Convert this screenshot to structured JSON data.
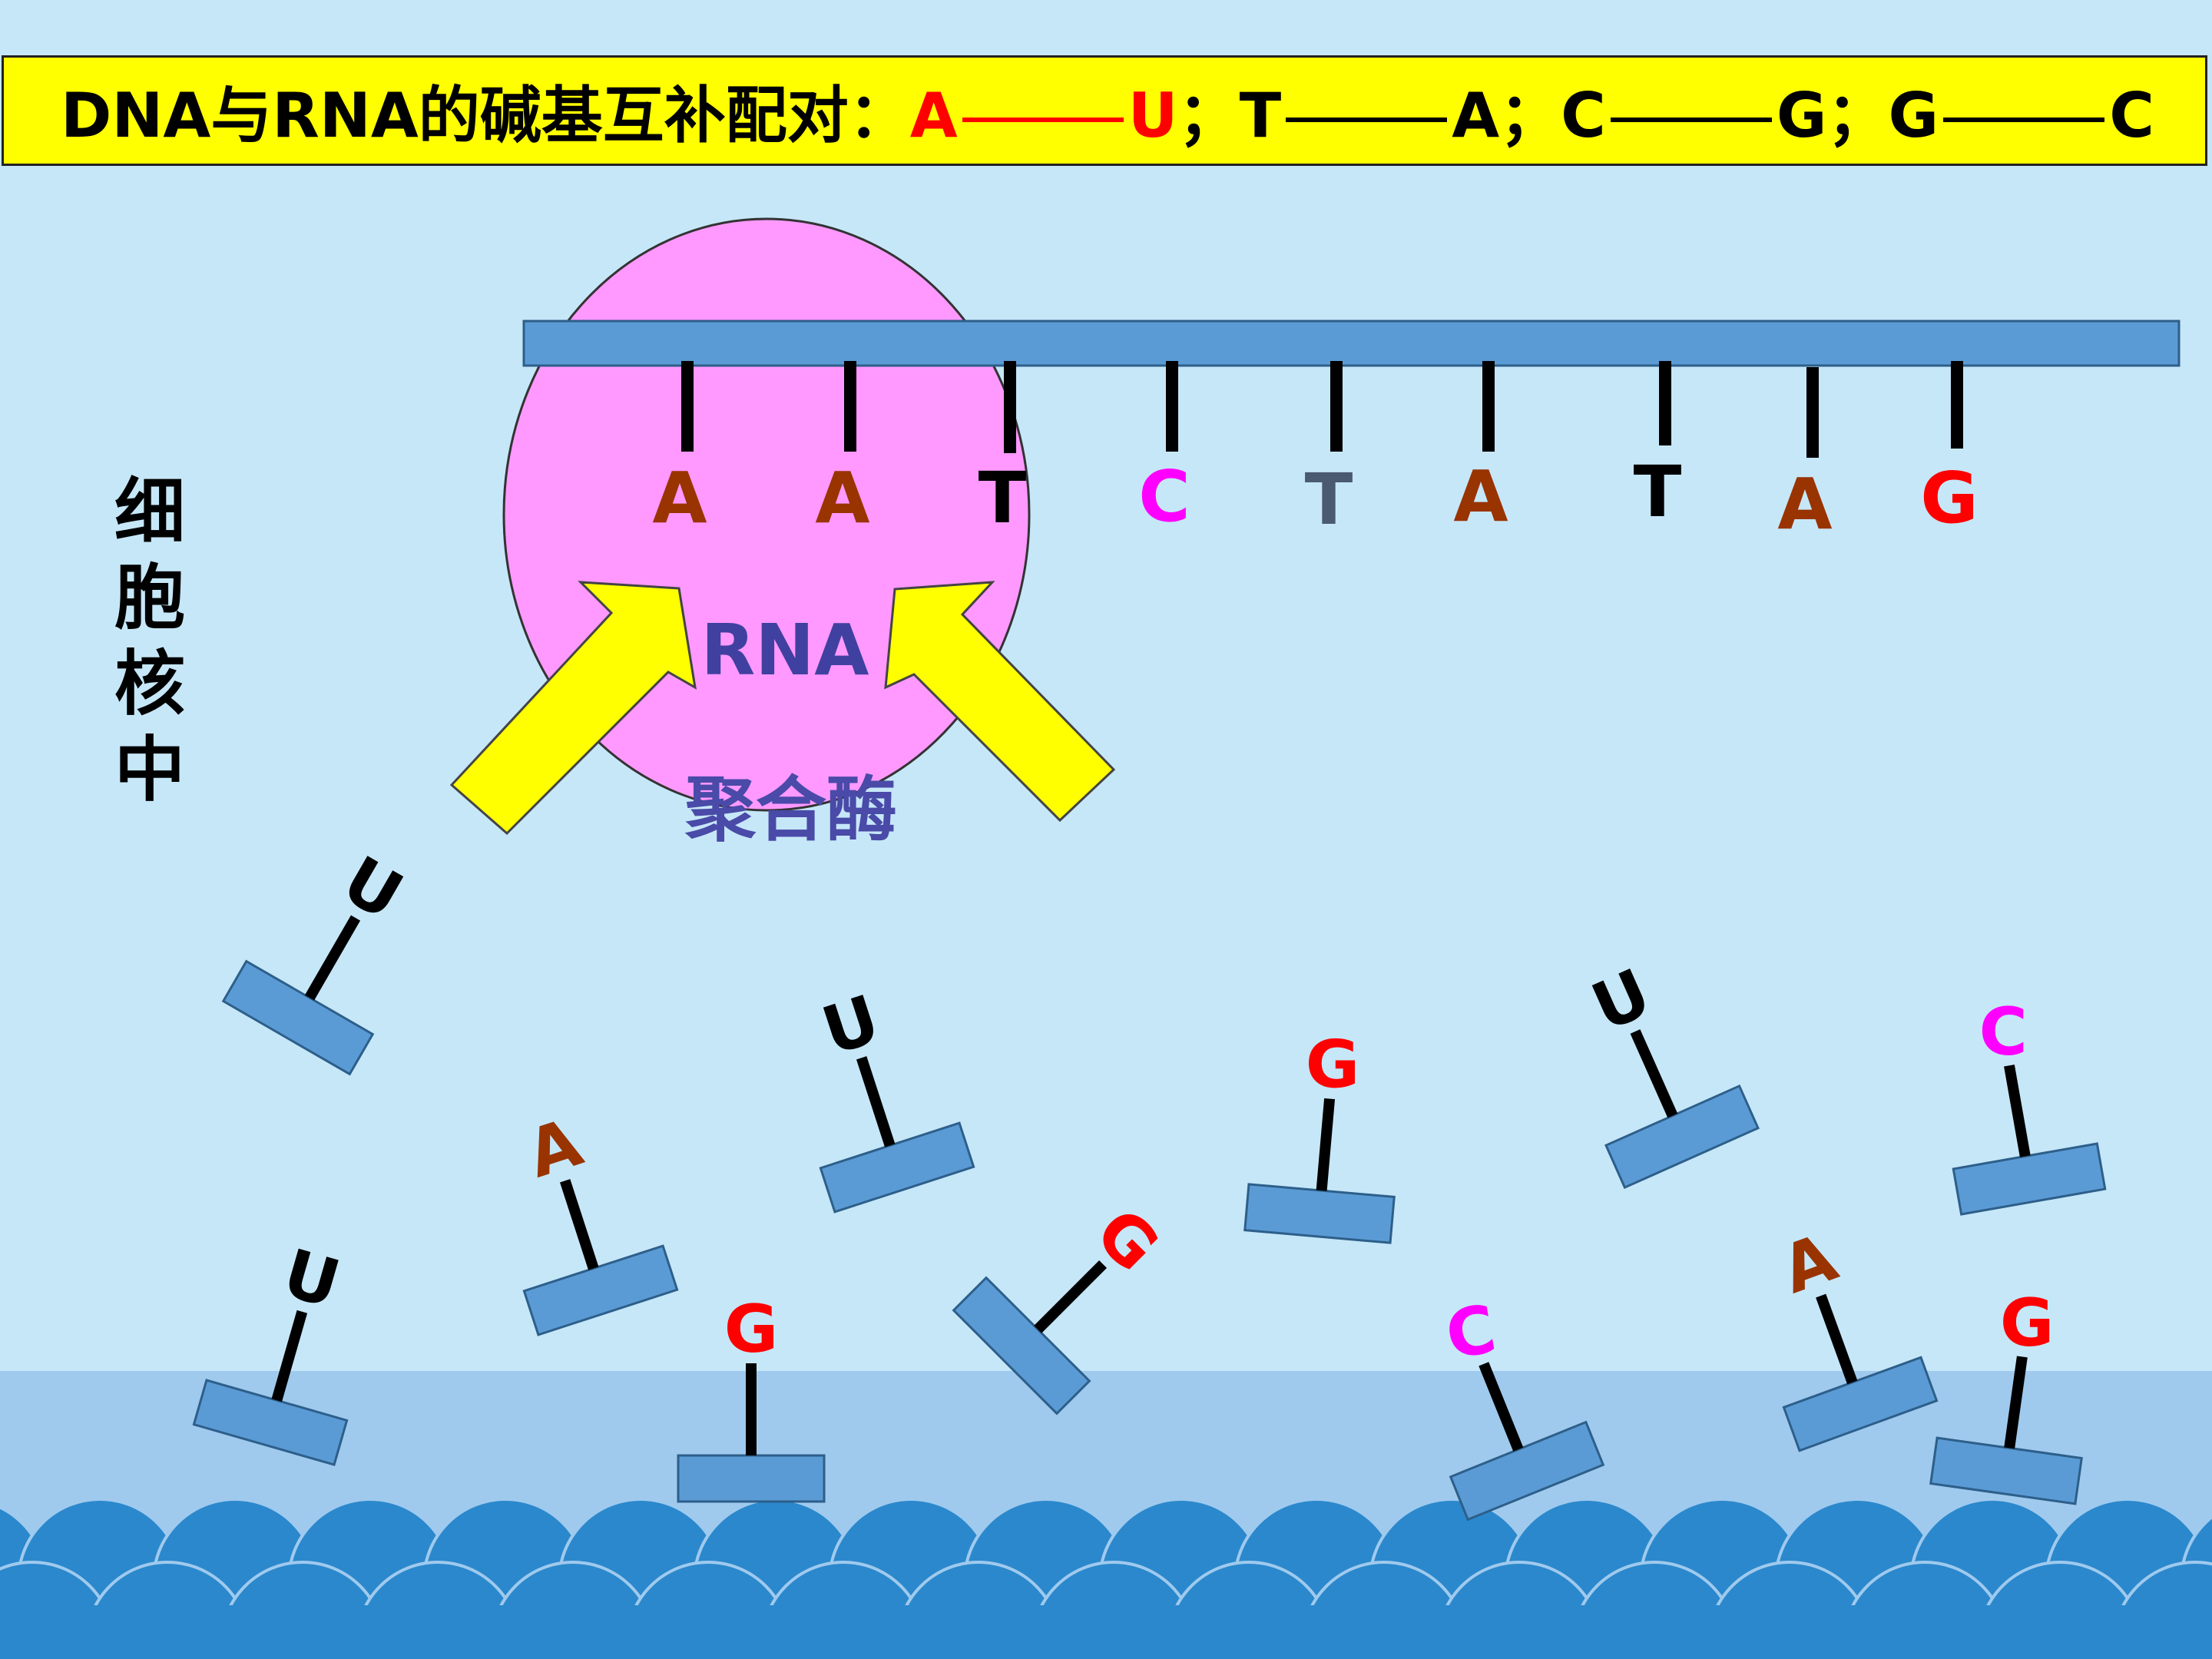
{
  "banner": {
    "prefix": "DNA与RNA的碱基互补配对：",
    "pairs": [
      {
        "left": "A",
        "right": "U",
        "color": "#ff0000",
        "sep": "；"
      },
      {
        "left": "T",
        "right": "A",
        "color": "#000000",
        "sep": "；"
      },
      {
        "left": "C",
        "right": "G",
        "color": "#000000",
        "sep": "；"
      },
      {
        "left": "G",
        "right": "C",
        "color": "#000000",
        "sep": ""
      }
    ]
  },
  "nucleus_label": "细胞核中",
  "enzyme": {
    "title": "RNA",
    "subtitle": "聚合酶",
    "fill": "#ff99ff"
  },
  "colors": {
    "backbone": "#5b9bd5",
    "A": "#993300",
    "T": "#000000",
    "T_alt": "#4a5a70",
    "C": "#ff00ff",
    "G": "#ff0000",
    "U": "#000000",
    "arrow": "#ffff00",
    "wave": "#2b88cc"
  },
  "dna_template": [
    {
      "base": "A",
      "color": "#993300"
    },
    {
      "base": "A",
      "color": "#993300"
    },
    {
      "base": "T",
      "color": "#000000"
    },
    {
      "base": "C",
      "color": "#ff00ff"
    },
    {
      "base": "T",
      "color": "#4a5a70"
    },
    {
      "base": "A",
      "color": "#993300"
    },
    {
      "base": "T",
      "color": "#000000"
    },
    {
      "base": "A",
      "color": "#993300"
    },
    {
      "base": "G",
      "color": "#ff0000"
    }
  ],
  "free_nucleotides": [
    {
      "base": "U",
      "color": "#000000"
    },
    {
      "base": "A",
      "color": "#993300"
    },
    {
      "base": "U",
      "color": "#000000"
    },
    {
      "base": "G",
      "color": "#ff0000"
    },
    {
      "base": "U",
      "color": "#000000"
    },
    {
      "base": "C",
      "color": "#ff00ff"
    },
    {
      "base": "U",
      "color": "#000000"
    },
    {
      "base": "G",
      "color": "#ff0000"
    },
    {
      "base": "G",
      "color": "#ff0000"
    },
    {
      "base": "C",
      "color": "#ff00ff"
    },
    {
      "base": "A",
      "color": "#993300"
    },
    {
      "base": "G",
      "color": "#ff0000"
    }
  ]
}
